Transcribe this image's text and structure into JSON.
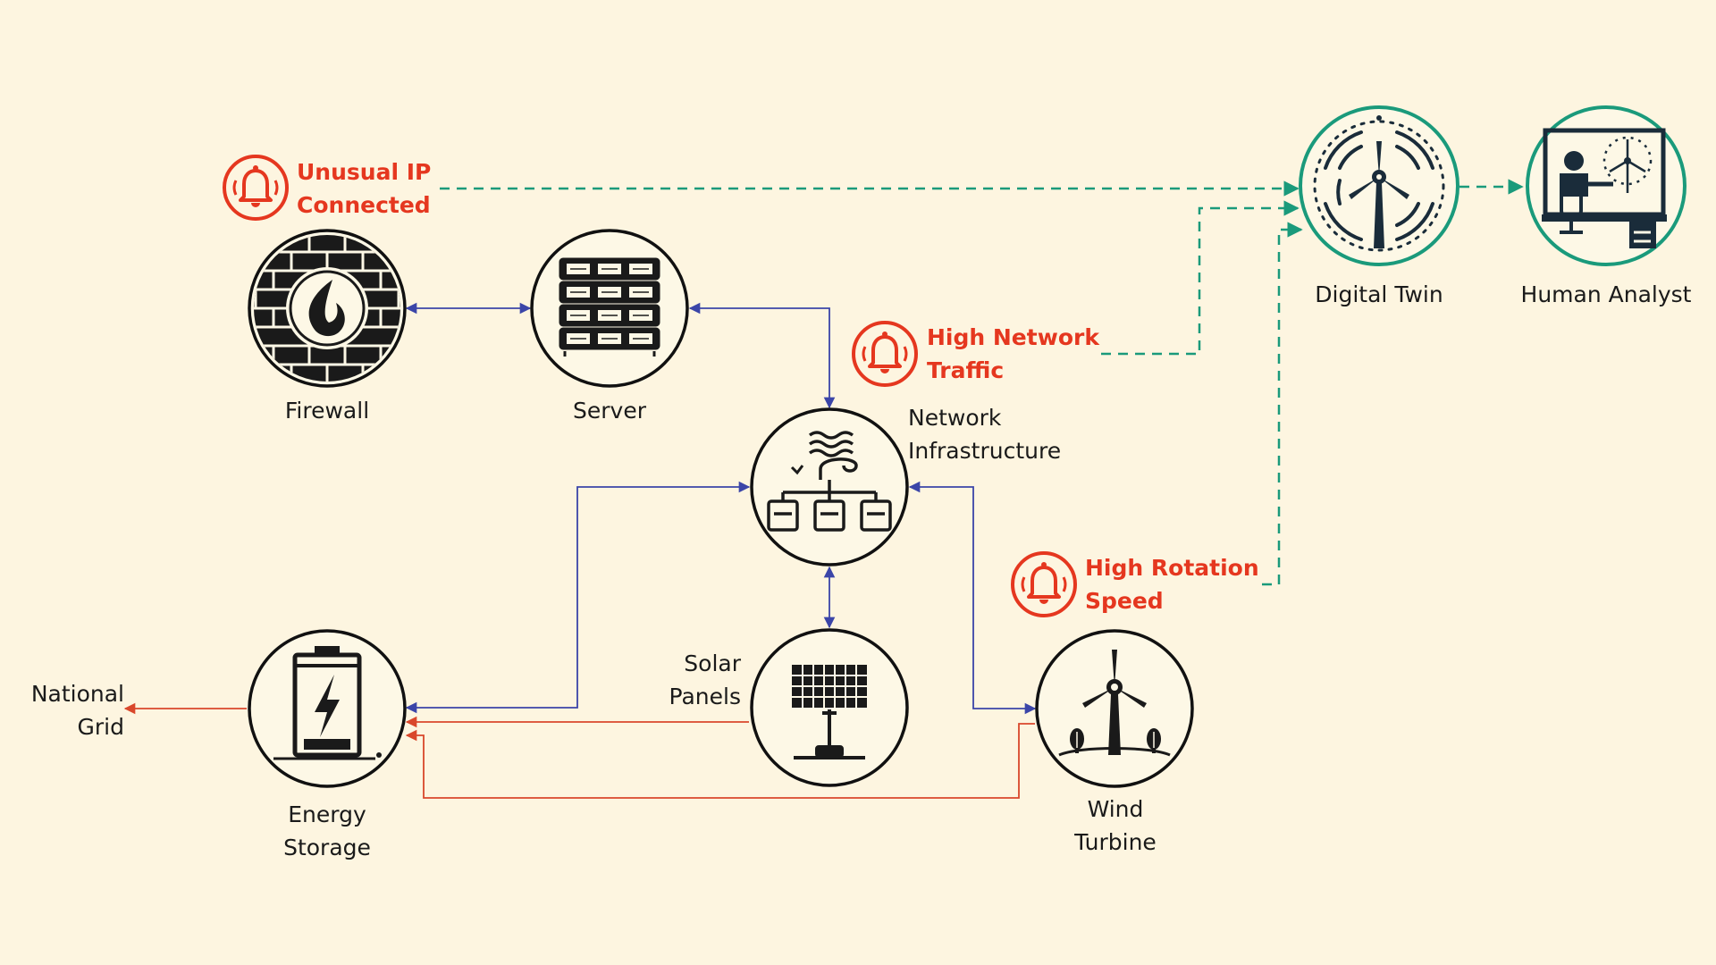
{
  "nodes": {
    "firewall": {
      "label": "Firewall"
    },
    "server": {
      "label": "Server"
    },
    "network": {
      "line1": "Network",
      "line2": "Infrastructure"
    },
    "solar": {
      "line1": "Solar",
      "line2": "Panels"
    },
    "storage": {
      "line1": "Energy",
      "line2": "Storage"
    },
    "wind": {
      "line1": "Wind",
      "line2": "Turbine"
    },
    "twin": {
      "label": "Digital Twin"
    },
    "analyst": {
      "label": "Human Analyst"
    },
    "grid": {
      "line1": "National",
      "line2": "Grid"
    }
  },
  "alerts": {
    "ip": {
      "line1": "Unusual IP",
      "line2": "Connected"
    },
    "traffic": {
      "line1": "High Network",
      "line2": "Traffic"
    },
    "rotation": {
      "line1": "High Rotation",
      "line2": "Speed"
    }
  },
  "colors": {
    "background": "#fdf5e0",
    "network_link": "#3b45a8",
    "power_flow": "#d9472b",
    "alert_flow": "#1a9a7b",
    "alert": "#e5371f"
  }
}
